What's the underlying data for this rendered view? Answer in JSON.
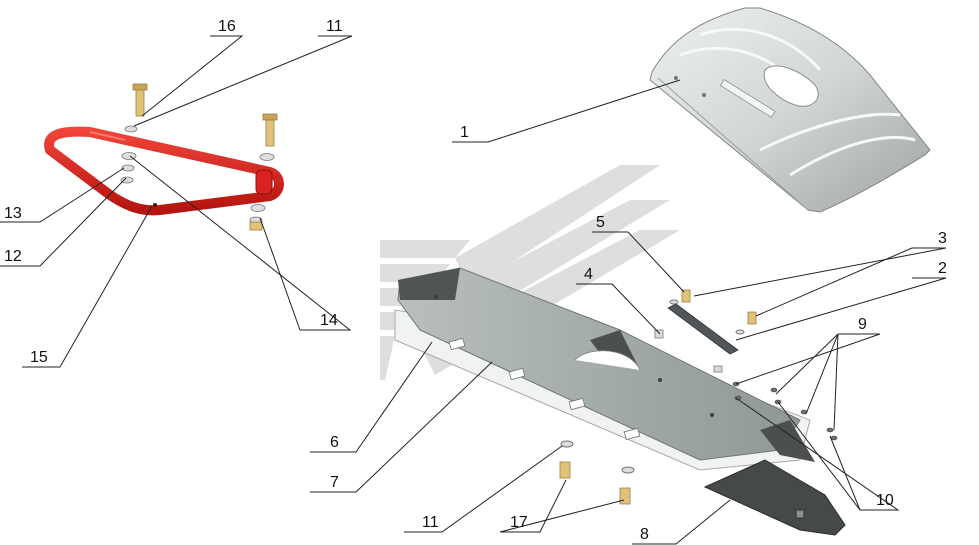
{
  "diagram": {
    "type": "exploded-parts-diagram",
    "colors": {
      "bracket_red": "#d8231f",
      "metal_light": "#cfd3d3",
      "metal_mid": "#a9b0ad",
      "metal_dark": "#4b4f4e",
      "bolt_gold": "#e0c27a",
      "watermark": "#c9c9c9",
      "leader_line": "#222222"
    },
    "callouts": [
      {
        "id": "c16a",
        "text": "16"
      },
      {
        "id": "c11a",
        "text": "11"
      },
      {
        "id": "c13",
        "text": "13"
      },
      {
        "id": "c12",
        "text": "12"
      },
      {
        "id": "c14",
        "text": "14"
      },
      {
        "id": "c15",
        "text": "15"
      },
      {
        "id": "c1",
        "text": "1"
      },
      {
        "id": "c5",
        "text": "5"
      },
      {
        "id": "c4",
        "text": "4"
      },
      {
        "id": "c3",
        "text": "3"
      },
      {
        "id": "c2",
        "text": "2"
      },
      {
        "id": "c9",
        "text": "9"
      },
      {
        "id": "c6",
        "text": "6"
      },
      {
        "id": "c7",
        "text": "7"
      },
      {
        "id": "c10",
        "text": "10"
      },
      {
        "id": "c11b",
        "text": "11"
      },
      {
        "id": "c17",
        "text": "17"
      },
      {
        "id": "c8",
        "text": "8"
      }
    ]
  }
}
